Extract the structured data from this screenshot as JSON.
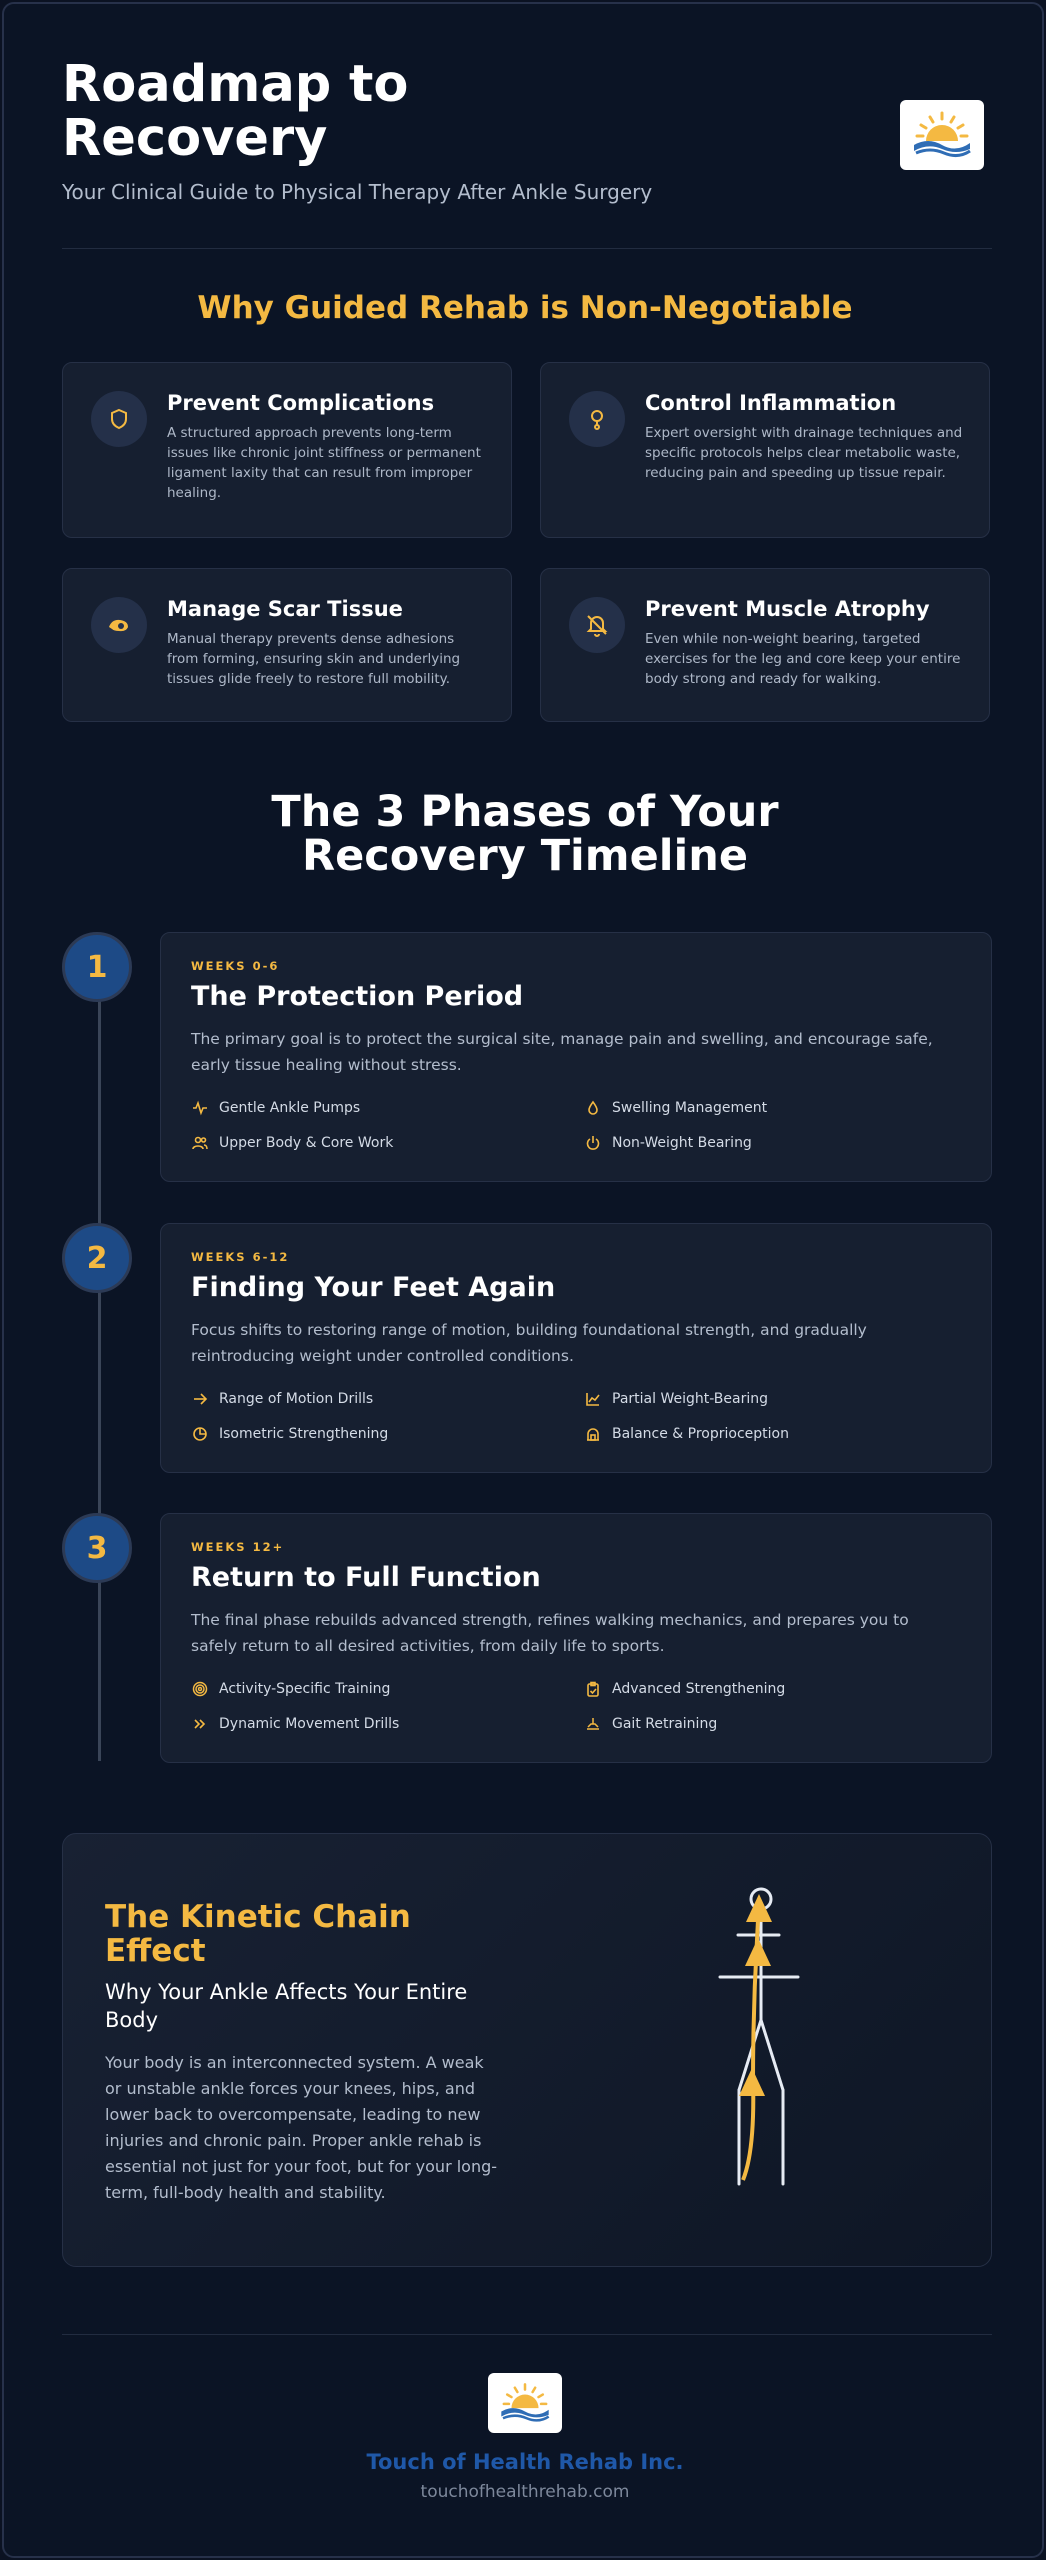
{
  "header": {
    "title": "Roadmap to Recovery",
    "subtitle": "Your Clinical Guide to Physical Therapy After Ankle Surgery",
    "logo_icon": "sun-wave-logo-icon"
  },
  "why": {
    "title": "Why Guided Rehab is Non-Negotiable",
    "cards": [
      {
        "icon": "shield-icon",
        "title": "Prevent Complications",
        "text": "A structured approach prevents long-term issues like chronic joint stiffness or permanent ligament laxity that can result from improper healing."
      },
      {
        "icon": "drop-icon",
        "title": "Control Inflammation",
        "text": "Expert oversight with drainage techniques and specific protocols helps clear metabolic waste, reducing pain and speeding up tissue repair."
      },
      {
        "icon": "hand-icon",
        "title": "Manage Scar Tissue",
        "text": "Manual therapy prevents dense adhesions from forming, ensuring skin and underlying tissues glide freely to restore full mobility."
      },
      {
        "icon": "muscle-icon",
        "title": "Prevent Muscle Atrophy",
        "text": "Even while non-weight bearing, targeted exercises for the leg and core keep your entire body strong and ready for walking."
      }
    ]
  },
  "timeline": {
    "title": "The 3 Phases of Your Recovery Timeline",
    "phases": [
      {
        "number": "1",
        "weeks": "WEEKS 0-6",
        "title": "The Protection Period",
        "desc": "The primary goal is to protect the surgical site, manage pain and swelling, and encourage safe, early tissue healing without stress.",
        "items": [
          {
            "icon": "pulse-icon",
            "label": "Gentle Ankle Pumps"
          },
          {
            "icon": "drop-icon",
            "label": "Swelling Management"
          },
          {
            "icon": "users-icon",
            "label": "Upper Body & Core Work"
          },
          {
            "icon": "power-icon",
            "label": "Non-Weight Bearing"
          }
        ]
      },
      {
        "number": "2",
        "weeks": "WEEKS 6-12",
        "title": "Finding Your Feet Again",
        "desc": "Focus shifts to restoring range of motion, building foundational strength, and gradually reintroducing weight under controlled conditions.",
        "items": [
          {
            "icon": "arrow-right-icon",
            "label": "Range of Motion Drills"
          },
          {
            "icon": "line-chart-icon",
            "label": "Partial Weight-Bearing"
          },
          {
            "icon": "pie-chart-icon",
            "label": "Isometric Strengthening"
          },
          {
            "icon": "balance-icon",
            "label": "Balance & Proprioception"
          }
        ]
      },
      {
        "number": "3",
        "weeks": "WEEKS 12+",
        "title": "Return to Full Function",
        "desc": "The final phase rebuilds advanced strength, refines walking mechanics, and prepares you to safely return to all desired activities, from daily life to sports.",
        "items": [
          {
            "icon": "target-icon",
            "label": "Activity-Specific Training"
          },
          {
            "icon": "clipboard-icon",
            "label": "Advanced Strengthening"
          },
          {
            "icon": "chevrons-right-icon",
            "label": "Dynamic Movement Drills"
          },
          {
            "icon": "footprint-icon",
            "label": "Gait Retraining"
          }
        ]
      }
    ]
  },
  "kinetic": {
    "title": "The Kinetic Chain Effect",
    "subtitle": "Why Your Ankle Affects Your Entire Body",
    "body": "Your body is an interconnected system. A weak or unstable ankle forces your knees, hips, and lower back to overcompensate, leading to new injuries and chronic pain. Proper ankle rehab is essential not just for your foot, but for your long-term, full-body health and stability.",
    "figure_icon": "kinetic-chain-figure-icon"
  },
  "footer": {
    "name": "Touch of Health Rehab Inc.",
    "url": "touchofhealthrehab.com"
  },
  "colors": {
    "accent": "#f4b942",
    "brand_blue": "#1f58a8",
    "background": "#0b1425"
  }
}
